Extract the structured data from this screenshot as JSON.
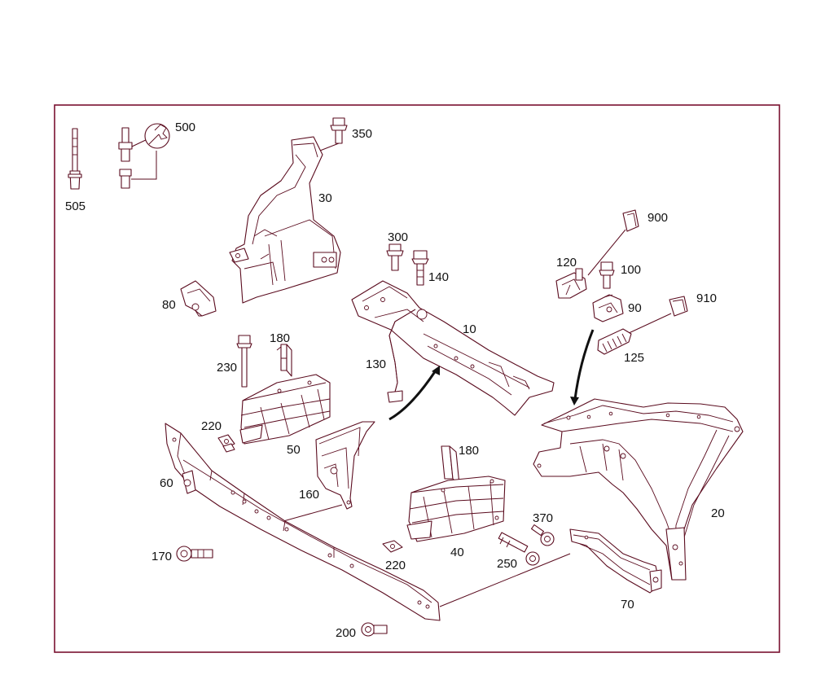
{
  "diagram": {
    "frame_color": "#7a1030",
    "line_color": "#5a0b1e",
    "labels": {
      "p505": "505",
      "p500": "500",
      "p350": "350",
      "p30": "30",
      "p80": "80",
      "p300": "300",
      "p140": "140",
      "p10": "10",
      "p130": "130",
      "p180a": "180",
      "p230": "230",
      "p220a": "220",
      "p50": "50",
      "p160": "160",
      "p60": "60",
      "p170": "170",
      "p200": "200",
      "p180b": "180",
      "p40": "40",
      "p220b": "220",
      "p370": "370",
      "p250": "250",
      "p70": "70",
      "p20": "20",
      "p900": "900",
      "p120": "120",
      "p100": "100",
      "p90": "90",
      "p910": "910",
      "p125": "125"
    }
  }
}
